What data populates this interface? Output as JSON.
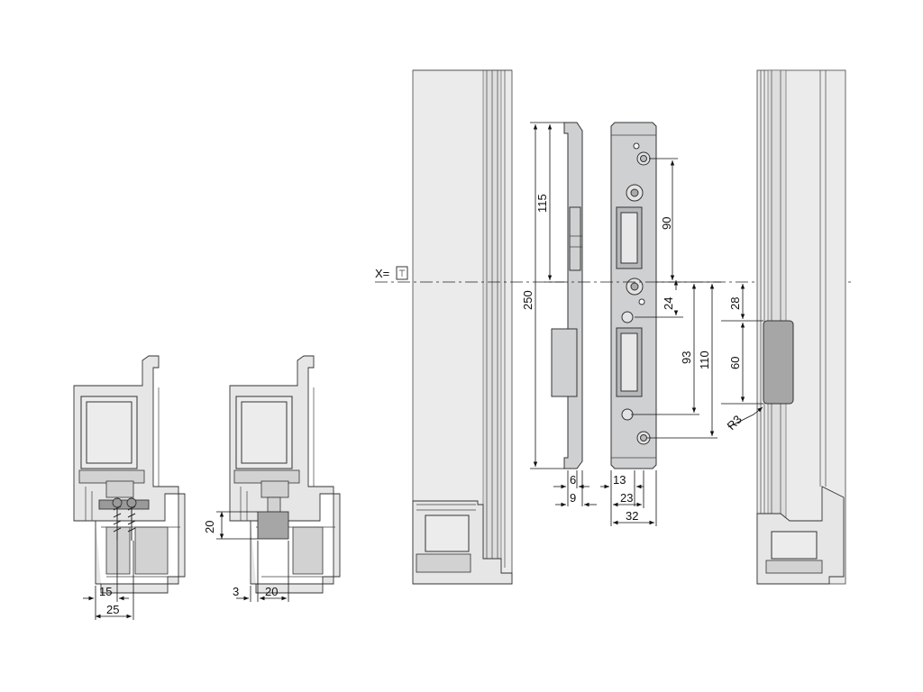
{
  "axis_label": "X=",
  "left_section": {
    "dim_15": "15",
    "dim_25": "25"
  },
  "middle_section": {
    "dim_20_vertical": "20",
    "dim_3": "3",
    "dim_20_horizontal": "20"
  },
  "strike_plate": {
    "dim_115": "115",
    "dim_250": "250",
    "dim_90": "90",
    "dim_24": "24",
    "dim_93": "93",
    "dim_110": "110",
    "dim_6": "6",
    "dim_9": "9",
    "dim_13": "13",
    "dim_23": "23",
    "dim_32": "32"
  },
  "milling": {
    "dim_28": "28",
    "dim_60": "60",
    "dim_r3": "R3"
  }
}
